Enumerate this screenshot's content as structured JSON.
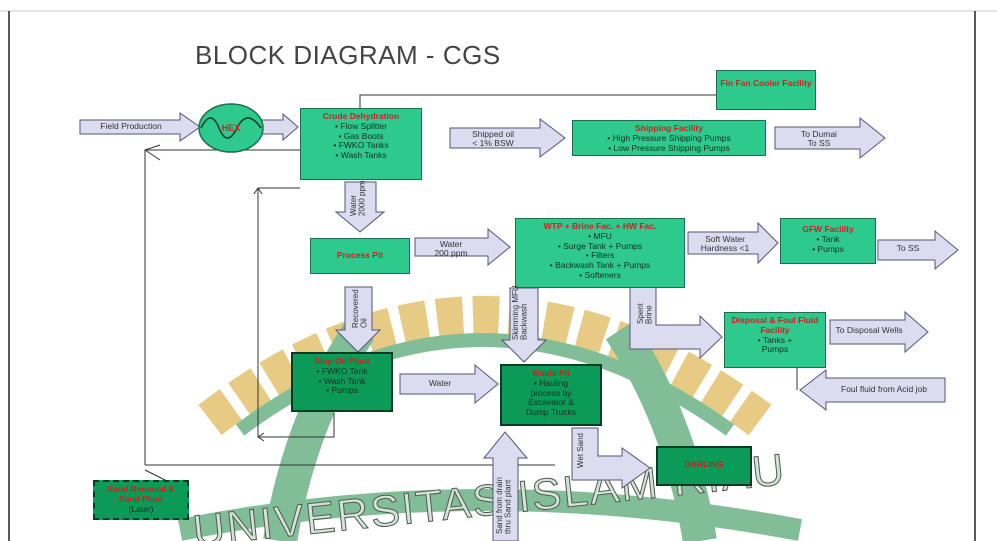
{
  "title": "BLOCK DIAGRAM - CGS",
  "colors": {
    "box": "#2ec98c",
    "dark_box": "#0c9a58",
    "arrow_fill": "#dcdcf0",
    "arrow_stroke": "#555577",
    "heading_text": "#cc2222",
    "watermark_green": "#1c8a44",
    "watermark_gold": "#d4a020"
  },
  "nodes": {
    "hex": {
      "label": "HEX"
    },
    "crude": {
      "heading": "Crude Dehydration",
      "lines": [
        "• Flow Splitter",
        "• Gas Boots",
        "• FWKO Tanks",
        "• Wash Tanks"
      ]
    },
    "fin_fan": {
      "heading": "Fin Fan Cooler Facility"
    },
    "shipping": {
      "heading": "Shipping Facility",
      "lines": [
        "• High Pressure Shipping Pumps",
        "• Low Pressure Shipping Pumps"
      ]
    },
    "process_pit": {
      "heading": "Process Pit"
    },
    "wtp": {
      "heading": "WTP + Brine Fac. + HW Fac.",
      "lines": [
        "• MFU",
        "• Surge Tank + Pumps",
        "• Filters",
        "• Backwash Tank + Pumps",
        "• Softeners"
      ]
    },
    "gfw": {
      "heading": "GFW Facility",
      "lines": [
        "• Tank",
        "• Pumps"
      ]
    },
    "disposal": {
      "heading": "Disposal & Foul Fluid Facility",
      "lines": [
        "• Tanks +",
        "Pumps"
      ]
    },
    "slop": {
      "heading": "Slop Oil Plant",
      "lines": [
        "• FWKO Tank",
        "• Wash Tank",
        "• Pumps"
      ]
    },
    "waste_pit": {
      "heading": "Waste Pit",
      "lines": [
        "• Hauling",
        "process by",
        "Excavator &",
        "Dump Trucks"
      ]
    },
    "darling": {
      "heading": "DARLING"
    },
    "sand": {
      "heading": "Sand Removal & Sand Plant",
      "sub": "(Later)"
    }
  },
  "arrows": {
    "field_production": "Field Production",
    "shipped_oil": "Shipped oil\n< 1% BSW",
    "to_dumai": "To Dumai\nTo SS",
    "water_2000": "Water\n2000 ppm",
    "water_200": "Water\n200 ppm",
    "soft_water": "Soft Water\nHardness <1",
    "to_ss": "To SS",
    "recovered_oil": "Recovered Oil",
    "skimming": "Skimming MFU\nBackwash",
    "spent_brine": "Spent Brine",
    "to_disposal": "To Disposal Wells",
    "water": "Water",
    "foul_fluid": "Foul fluid from Acid job",
    "wet_sand": "Wet Sand",
    "sand_from": "Sand from drain\nthru Sand plant"
  },
  "watermark": {
    "text": "UNIVERSITAS ISLAM RIAU"
  }
}
